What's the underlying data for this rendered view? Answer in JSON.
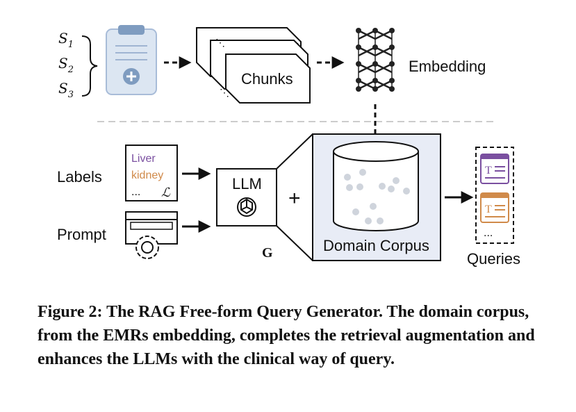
{
  "inputs": {
    "s1": "S1",
    "s2": "S2",
    "s3": "S3",
    "s_symbol": "S",
    "s1_sub": "1",
    "s2_sub": "2",
    "s3_sub": "3"
  },
  "chunks_label": "Chunks",
  "embedding_label": "Embedding",
  "labels_label": "Labels",
  "prompt_label": "Prompt",
  "labels_box": {
    "line1": "Liver",
    "line2": "kidney",
    "line3": "...",
    "symbol": "ℒ"
  },
  "llm_label": "LLM",
  "plus": "+",
  "g_label": "G",
  "domain_corpus_label": "Domain Corpus",
  "queries_label": "Queries",
  "queries_ellipsis": "...",
  "caption": "Figure 2: The RAG Free-form Query Generator. The domain corpus, from the EMRs embedding, completes the retrieval augmentation and enhances the LLMs with the clinical way of query.",
  "colors": {
    "clipboard": "#dce6f2",
    "clipboard_dark": "#7f9cc0",
    "liver": "#7a4fa0",
    "kidney": "#d08a4a",
    "corpus_fill": "#e8ecf6",
    "dots": "#cfd4dc",
    "query1": "#7a4fa0",
    "query2": "#d08a4a",
    "divider": "#cccccc"
  }
}
